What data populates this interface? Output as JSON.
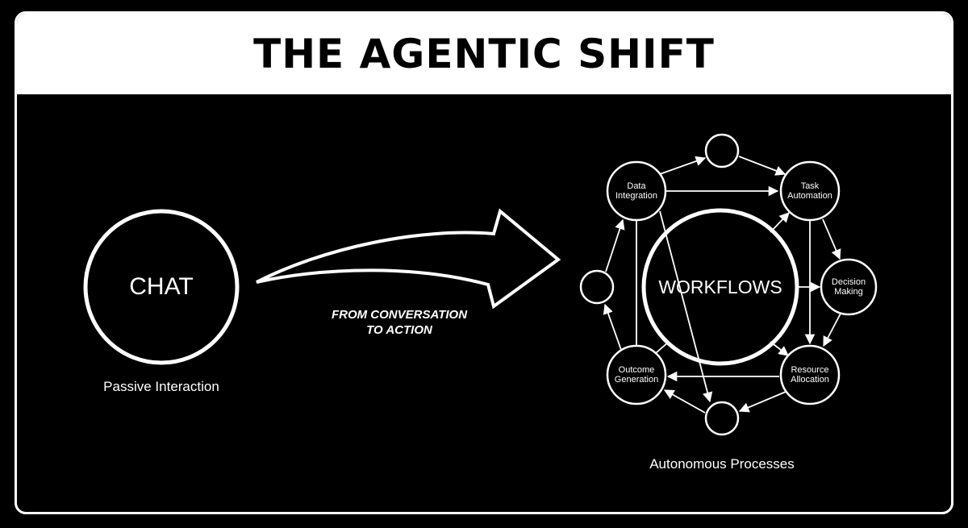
{
  "title": "THE AGENTIC SHIFT",
  "left": {
    "circle_label": "CHAT",
    "caption": "Passive Interaction"
  },
  "arrow_caption": {
    "line1": "FROM CONVERSATION",
    "line2": "TO ACTION"
  },
  "right": {
    "center_label": "WORKFLOWS",
    "caption": "Autonomous Processes",
    "nodes": {
      "data_integration": "Data\nIntegration",
      "task_automation": "Task\nAutomation",
      "decision_making": "Decision\nMaking",
      "resource_allocation": "Resource\nAllocation",
      "outcome_generation": "Outcome\nGeneration"
    }
  },
  "colors": {
    "background": "#000000",
    "foreground": "#ffffff",
    "banner": "#ffffff"
  }
}
